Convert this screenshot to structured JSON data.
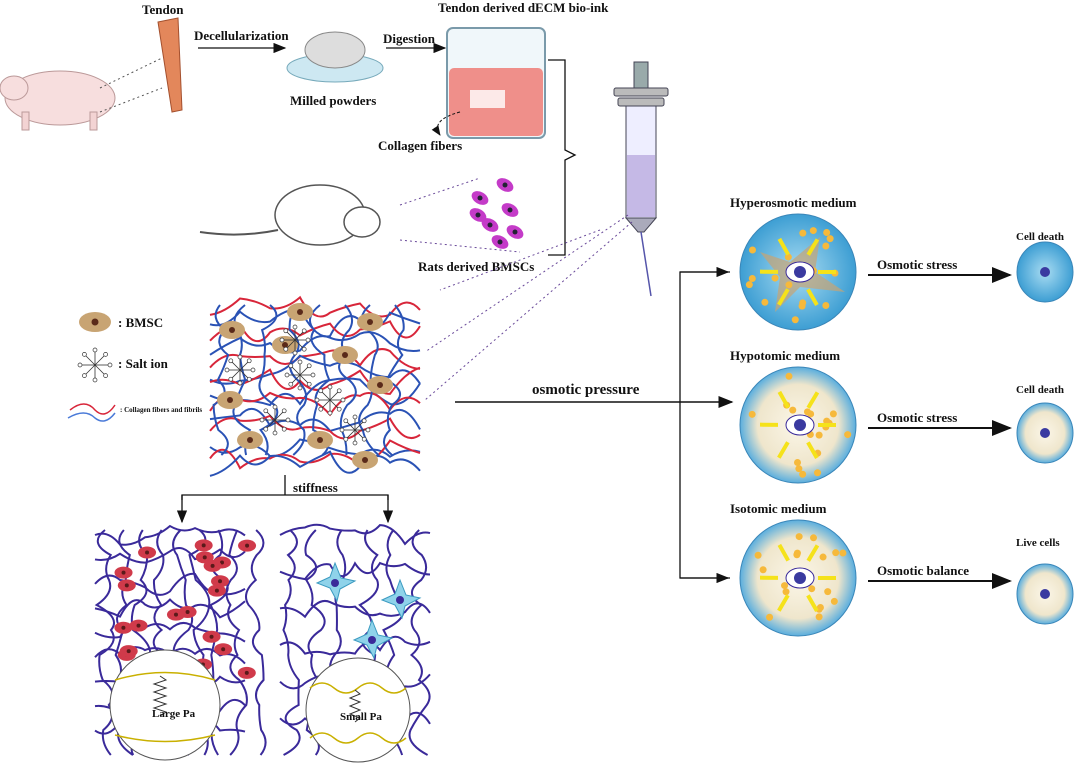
{
  "top": {
    "tendon": "Tendon",
    "decellularization": "Decellularization",
    "digestion": "Digestion",
    "bioink": "Tendon derived dECM bio-ink",
    "milled_powders": "Milled powders",
    "collagen_fibers": "Collagen fibers",
    "rats_bmscs": "Rats derived BMSCs"
  },
  "legend": {
    "bmsc": ": BMSC",
    "salt_ion": ": Salt ion",
    "collagen": ": Collagen fibers and fibrils"
  },
  "middle": {
    "osmotic_pressure": "osmotic pressure",
    "stiffness": "stiffness",
    "large_pa": "Large Pa",
    "small_pa": "Small Pa"
  },
  "media": [
    {
      "title": "Hyperosmotic medium",
      "arrow_label": "Osmotic stress",
      "outcome": "Cell death"
    },
    {
      "title": "Hypotomic medium",
      "arrow_label": "Osmotic stress",
      "outcome": "Cell death"
    },
    {
      "title": "Isotomic medium",
      "arrow_label": "Osmotic balance",
      "outcome": "Live cells"
    }
  ],
  "colors": {
    "medium_blue": "#4fa9d8",
    "fiber_red": "#d8263a",
    "fiber_blue": "#2a52b5",
    "fiber_purple": "#3a2a9a",
    "cell_tan": "#c8a473",
    "bmsc_magenta": "#c43bc8"
  }
}
